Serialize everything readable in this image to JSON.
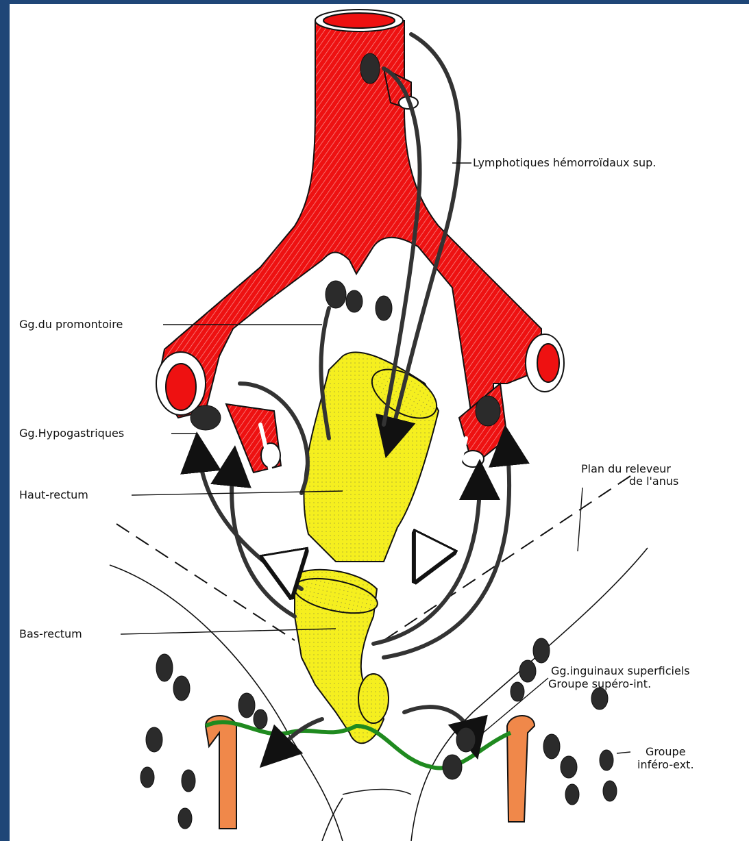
{
  "colors": {
    "frame": "#1f4677",
    "background": "#ffffff",
    "artery": "#ee1111",
    "rectum": "#f5ef1f",
    "femoral_vessel": "#f0884a",
    "nerve": "#1f8a1f",
    "lymph": "#333333"
  },
  "labels": {
    "lymph_sup": "Lymphotiques hémorroïdaux sup.",
    "gg_promontoire": "Gg.du promontoire",
    "gg_hypogastriques": "Gg.Hypogastriques",
    "haut_rectum": "Haut-rectum",
    "bas_rectum": "Bas-rectum",
    "plan_releveur_1": "Plan du releveur",
    "plan_releveur_2": "de l'anus",
    "gg_inguinaux_1": "Gg.inguinaux superficiels",
    "gg_inguinaux_2": "Groupe supéro-int.",
    "groupe_infero_1": "Groupe",
    "groupe_infero_2": "inféro-ext."
  }
}
